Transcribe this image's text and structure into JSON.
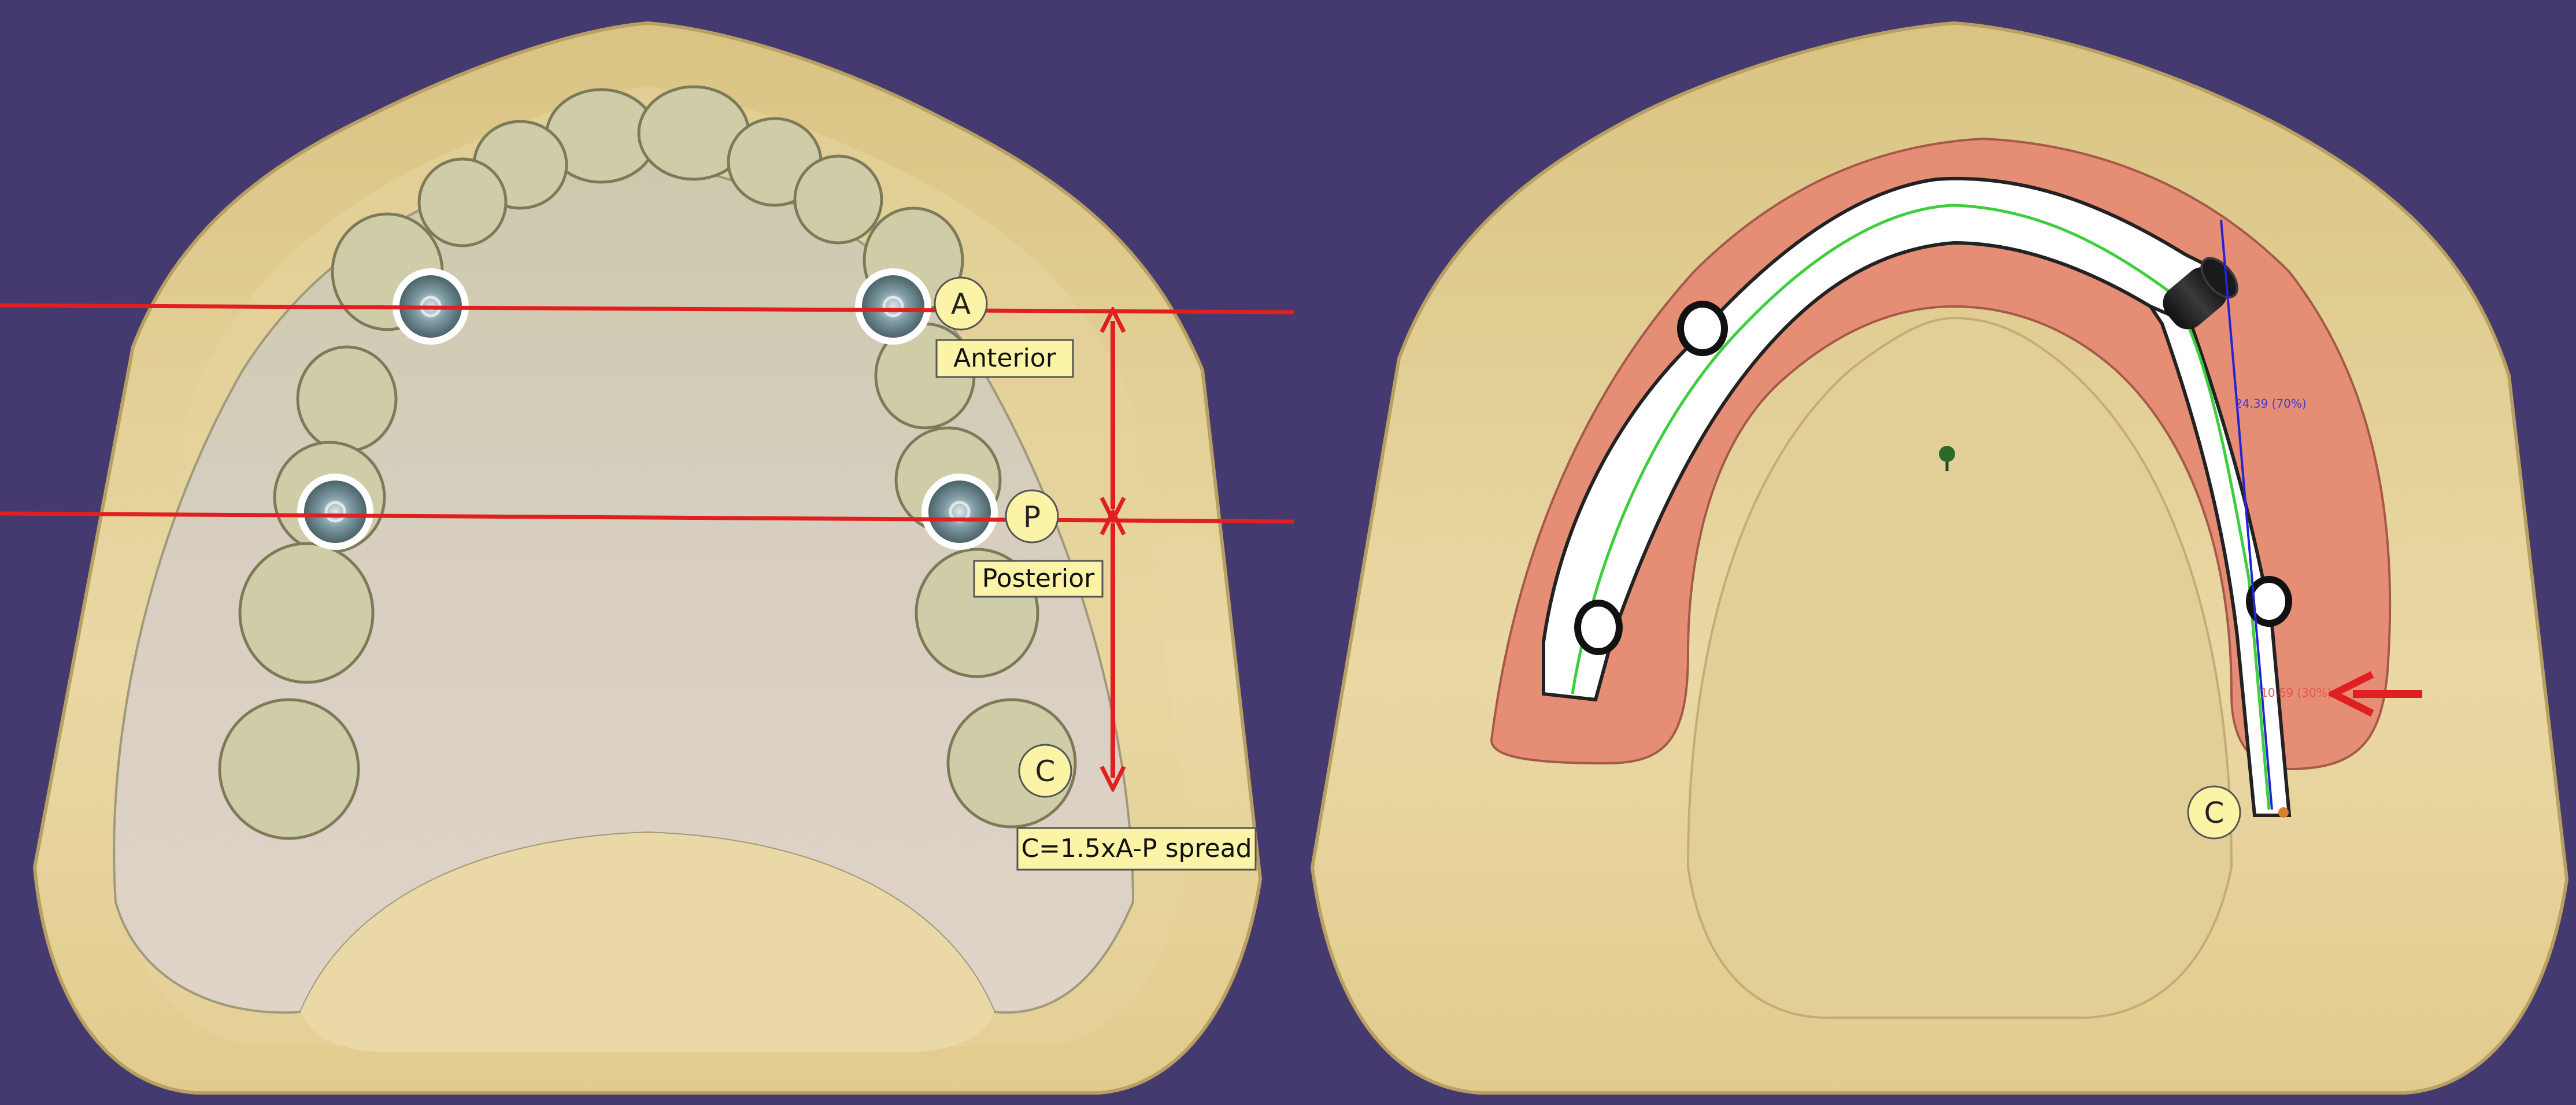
{
  "left_view": {
    "markers": {
      "anterior_letter": "A",
      "posterior_letter": "P",
      "cantilever_letter": "C"
    },
    "labels": {
      "anterior": "Anterior",
      "posterior": "Posterior",
      "spread_formula": "C=1.5xA-P spread"
    }
  },
  "right_view": {
    "markers": {
      "cantilever_letter": "C"
    },
    "measurements": {
      "cantilever_value": "10.69 (30%)",
      "vertical_value": "24.39 (70%)"
    }
  },
  "colors": {
    "background": "#453a6f",
    "guide_line": "#e02020",
    "label_fill": "#fbf3a6",
    "bar_path": "#3ccf3c",
    "gingiva": "#e58d75",
    "stone_cast": "#e6d29a"
  },
  "icons": [
    "implant-marker-icon",
    "arrow-icon",
    "abutment-cylinder-icon",
    "screw-channel-icon"
  ]
}
